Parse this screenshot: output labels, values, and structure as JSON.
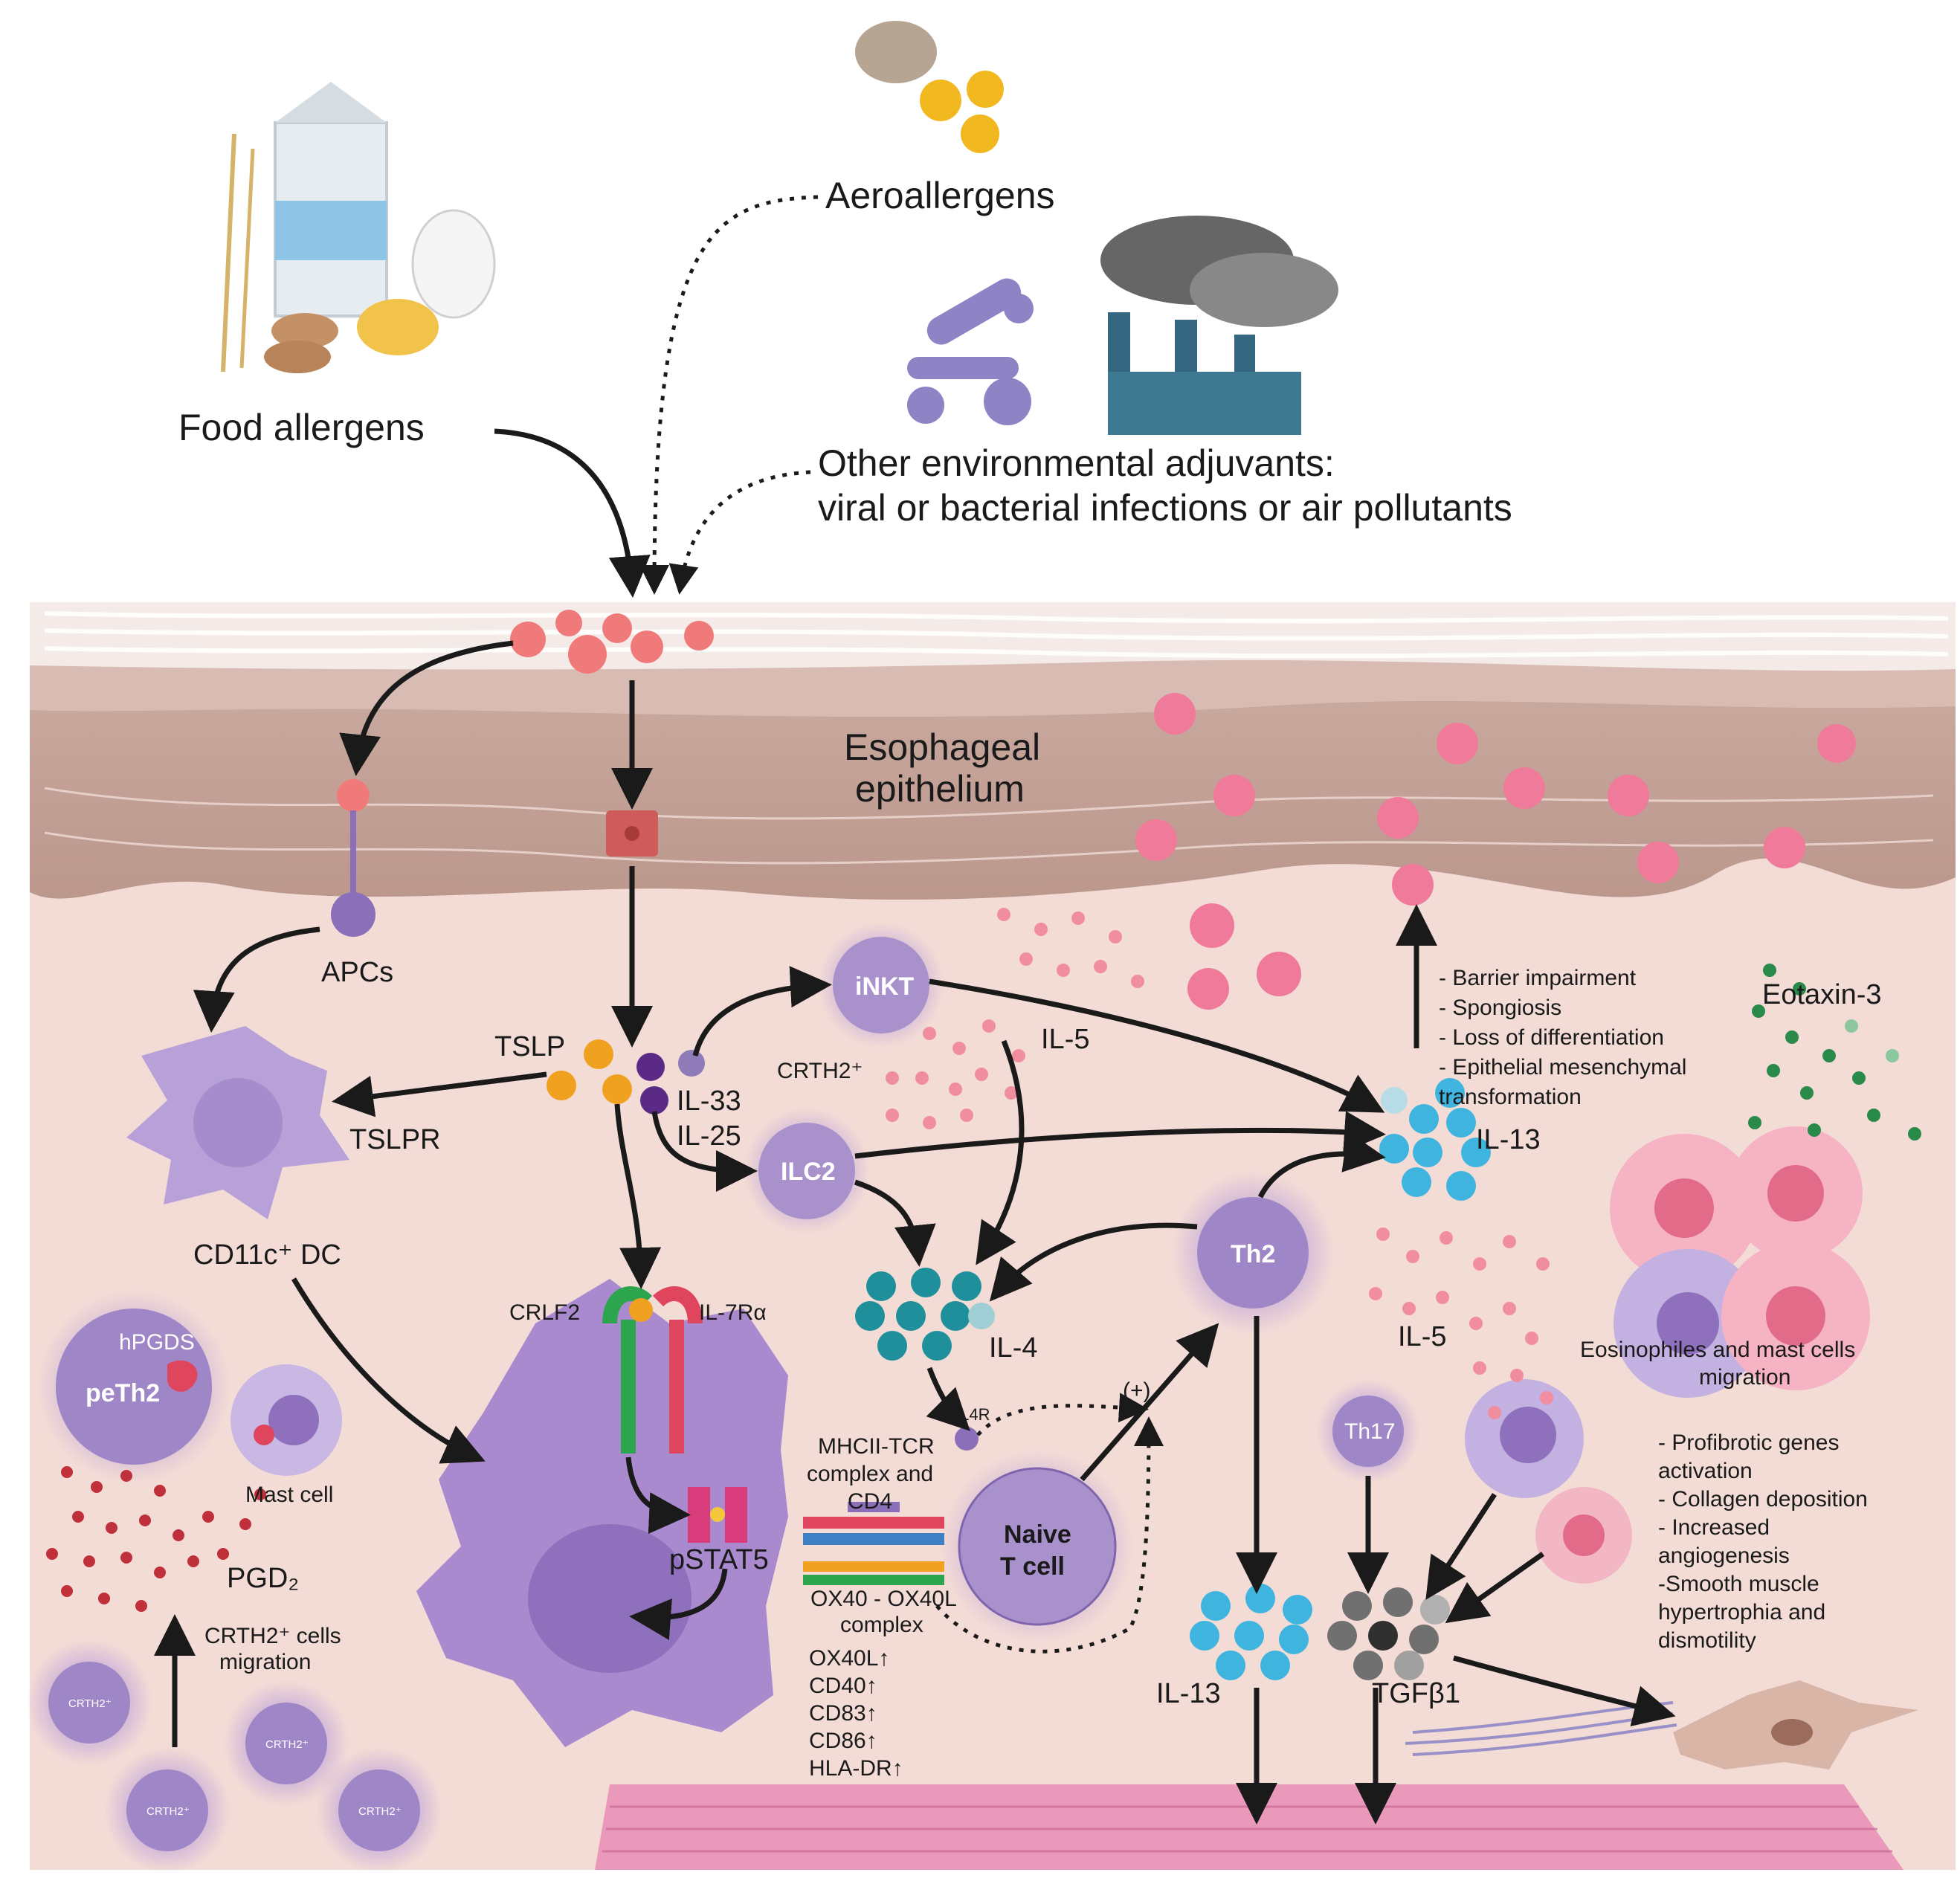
{
  "labels": {
    "food_allergens": "Food allergens",
    "aeroallergens": "Aeroallergens",
    "other_env_line1": "Other environmental adjuvants:",
    "other_env_line2": "viral or bacterial infections or air pollutants",
    "epithelium_line1": "Esophageal",
    "epithelium_line2": "epithelium",
    "apcs": "APCs",
    "tslp": "TSLP",
    "tslpr": "TSLPR",
    "il33": "IL-33",
    "il25": "IL-25",
    "cd11c_dc": "CD11c⁺ DC",
    "inkt": "iNKT",
    "crth2_plus": "CRTH2⁺",
    "ilc2": "ILC2",
    "il5_top": "IL-5",
    "il13_right": "IL-13",
    "il4": "IL-4",
    "th2": "Th2",
    "il5_right": "IL-5",
    "eotaxin3": "Eotaxin-3",
    "effects": [
      "- Barrier impairment",
      "- Spongiosis",
      "- Loss of differentiation",
      "- Epithelial mesenchymal",
      "transformation"
    ],
    "eos_mast_line1": "Eosinophiles and mast cells",
    "eos_mast_line2": "migration",
    "crlf2": "CRLF2",
    "il7ra": "IL-7Rα",
    "pstat5": "pSTAT5",
    "il4r": "IL4R",
    "plus": "(+)",
    "mhcii_line1": "MHCII-TCR",
    "mhcii_line2": "complex and",
    "mhcii_line3": "CD4",
    "naive_line1": "Naive",
    "naive_line2": "T cell",
    "ox40_line1": "OX40 - OX40L",
    "ox40_line2": "complex",
    "markers": [
      "OX40L↑",
      "CD40↑",
      "CD83↑",
      "CD86↑",
      "HLA-DR↑"
    ],
    "hpgds": "hPGDS",
    "peth2": "peTh2",
    "mast_cell": "Mast cell",
    "pgd2": "PGD₂",
    "crth2_mig_line1": "CRTH2⁺ cells",
    "crth2_mig_line2": "migration",
    "crth2_cell": "CRTH2⁺",
    "th17": "Th17",
    "il13_bottom": "IL-13",
    "tgfb1": "TGFβ1",
    "fibro": [
      "- Profibrotic genes",
      "activation",
      "- Collagen deposition",
      "- Increased",
      "angiogenesis",
      "-Smooth muscle",
      "hypertrophia and",
      "dismotility"
    ]
  },
  "colors": {
    "cell_purple": "#a992cc",
    "cell_dark": "#8b6fb8",
    "tissue_pink": "#f2d9d3",
    "epithelium": "#c9a79c",
    "allergen": "#f07a7a",
    "tslp_orange": "#f0a11f",
    "il33_purple": "#5b2a86",
    "il13_blue": "#3fb4de",
    "il4_teal": "#1f8f9c",
    "eotaxin_green": "#2a8a4a",
    "il5_pink": "#f08ea0",
    "muscle_pink": "#e98db5"
  }
}
